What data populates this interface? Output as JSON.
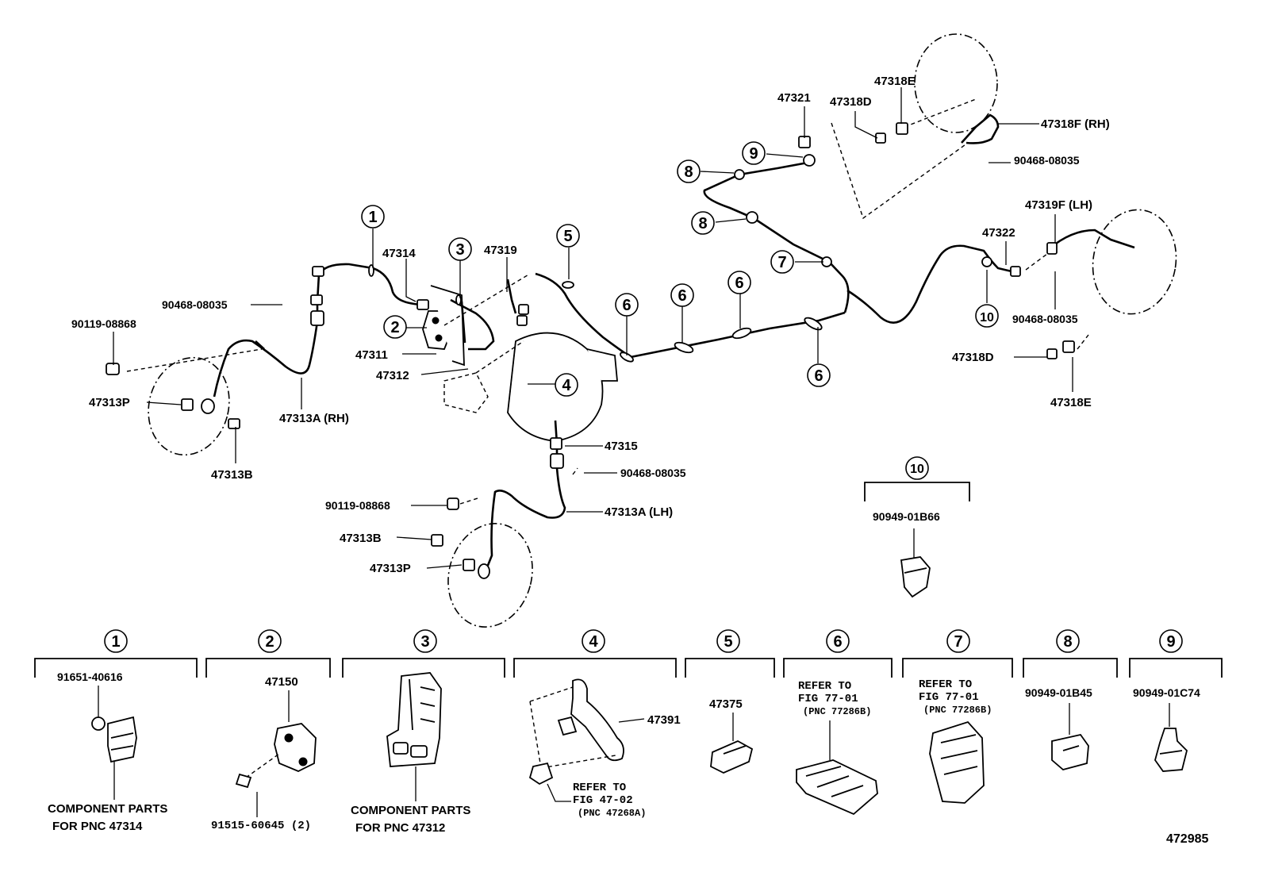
{
  "labels": {
    "l47314": "47314",
    "l47319": "47319",
    "l90468a": "90468-08035",
    "l90119a": "90119-08868",
    "l47311": "47311",
    "l47312": "47312",
    "l47313p_rh": "47313P",
    "l47313a_rh": "47313A (RH)",
    "l47313b_rh": "47313B",
    "l47315": "47315",
    "l90468b": "90468-08035",
    "l90119b": "90119-08868",
    "l47313a_lh": "47313A (LH)",
    "l47313b_lh": "47313B",
    "l47313p_lh": "47313P",
    "l47321": "47321",
    "l47318d_top": "47318D",
    "l47318e_top": "47318E",
    "l47318f_rh": "47318F (RH)",
    "l90468c": "90468-08035",
    "l47319f_lh": "47319F (LH)",
    "l47322": "47322",
    "l90468d": "90468-08035",
    "l47318d_bot": "47318D",
    "l47318e_bot": "47318E",
    "l90949_01b66": "90949-01B66"
  },
  "callouts": {
    "c1": "1",
    "c2": "2",
    "c3": "3",
    "c4": "4",
    "c5": "5",
    "c6": "6",
    "c7": "7",
    "c8": "8",
    "c9": "9",
    "c10": "10"
  },
  "details": {
    "d1": {
      "num": "1",
      "part": "91651-40616",
      "note1": "COMPONENT PARTS",
      "note2": "FOR PNC 47314"
    },
    "d2": {
      "num": "2",
      "part": "47150",
      "part2": "91515-60645 (2)"
    },
    "d3": {
      "num": "3",
      "note1": "COMPONENT PARTS",
      "note2": "FOR PNC 47312"
    },
    "d4": {
      "num": "4",
      "part": "47391",
      "ref1": "REFER TO",
      "ref2": "FIG 47-02",
      "ref3": "(PNC 47268A)"
    },
    "d5": {
      "num": "5",
      "part": "47375"
    },
    "d6": {
      "num": "6",
      "ref1": "REFER TO",
      "ref2": "FIG 77-01",
      "ref3": "(PNC 77286B)"
    },
    "d7": {
      "num": "7",
      "ref1": "REFER TO",
      "ref2": "FIG 77-01",
      "ref3": "(PNC 77286B)"
    },
    "d8": {
      "num": "8",
      "part": "90949-01B45"
    },
    "d9": {
      "num": "9",
      "part": "90949-01C74"
    }
  },
  "figure_number": "472985"
}
